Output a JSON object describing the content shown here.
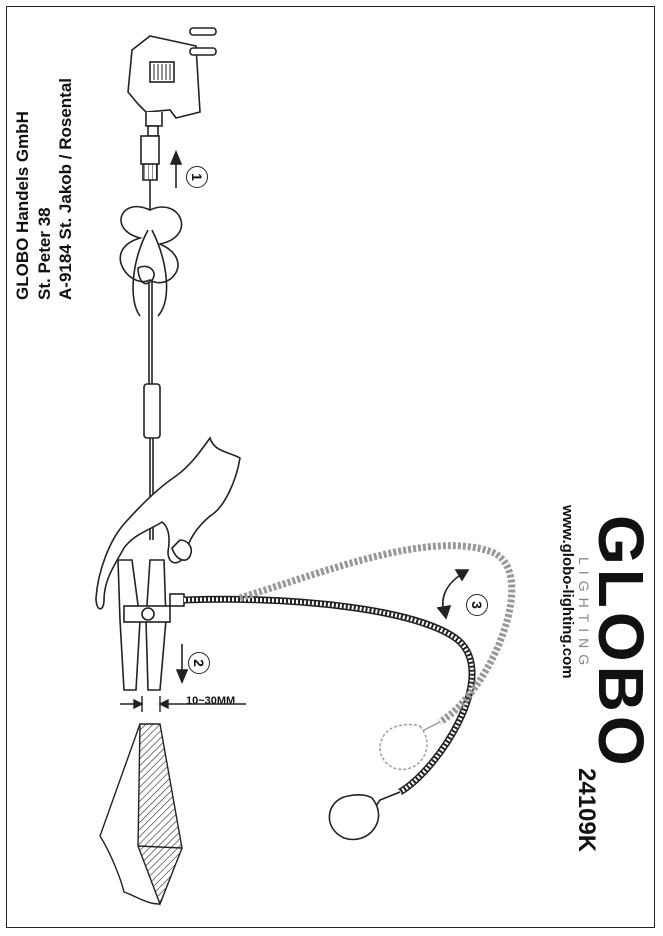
{
  "address": {
    "line1": "GLOBO Handels GmbH",
    "line2": "St. Peter 38",
    "line3": "A-9184 St. Jakob / Rosental"
  },
  "brand": {
    "name": "GLOBO",
    "subtitle": "LIGHTING",
    "url": "www.globo-lighting.com"
  },
  "model_number": "24109K",
  "steps": {
    "step1": "1",
    "step2": "2",
    "step3": "3"
  },
  "clamp_range": "10~30MM",
  "icons": [
    "power-plug-icon",
    "cord-icon",
    "inline-switch-icon",
    "hand-icon",
    "clamp-icon",
    "gooseneck-lamp-icon",
    "rotation-arrow-icon"
  ]
}
